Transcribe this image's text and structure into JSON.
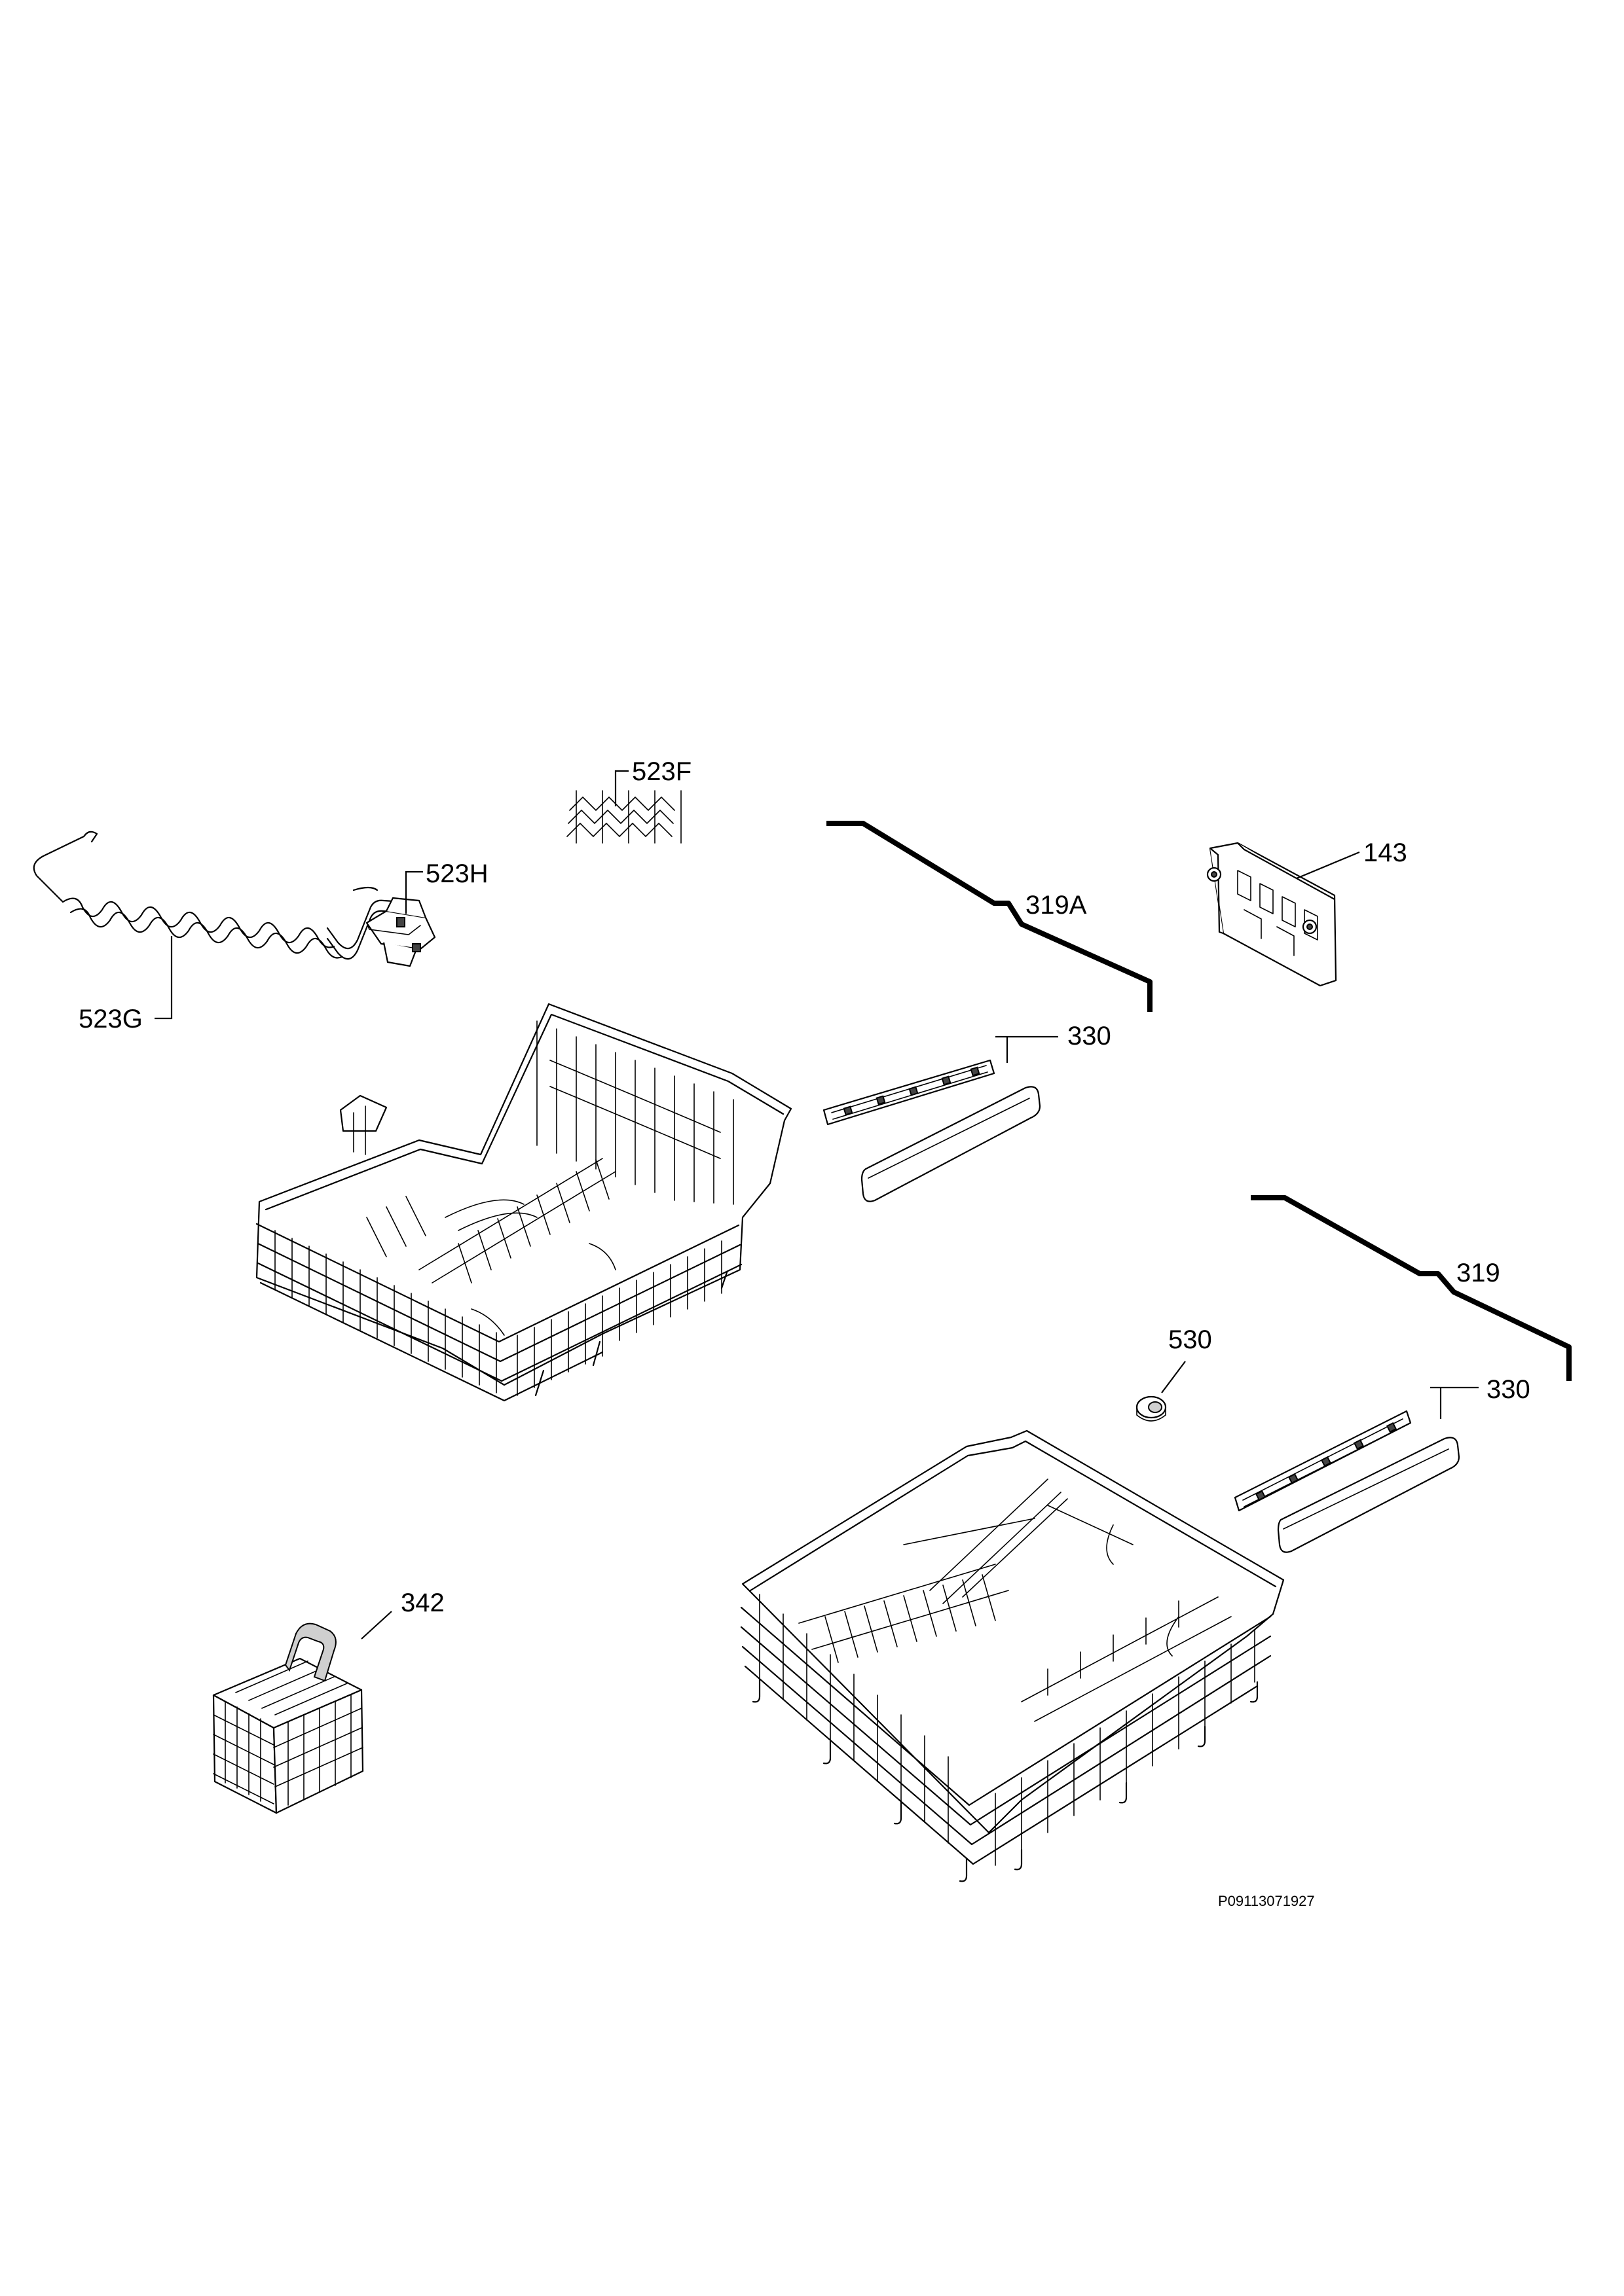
{
  "labels": {
    "p523F": "523F",
    "p523H": "523H",
    "p523G": "523G",
    "p319A": "319A",
    "p143": "143",
    "p330_upper": "330",
    "p319": "319",
    "p530": "530",
    "p330_lower": "330",
    "p342": "342"
  },
  "document_code": "P09113071927"
}
